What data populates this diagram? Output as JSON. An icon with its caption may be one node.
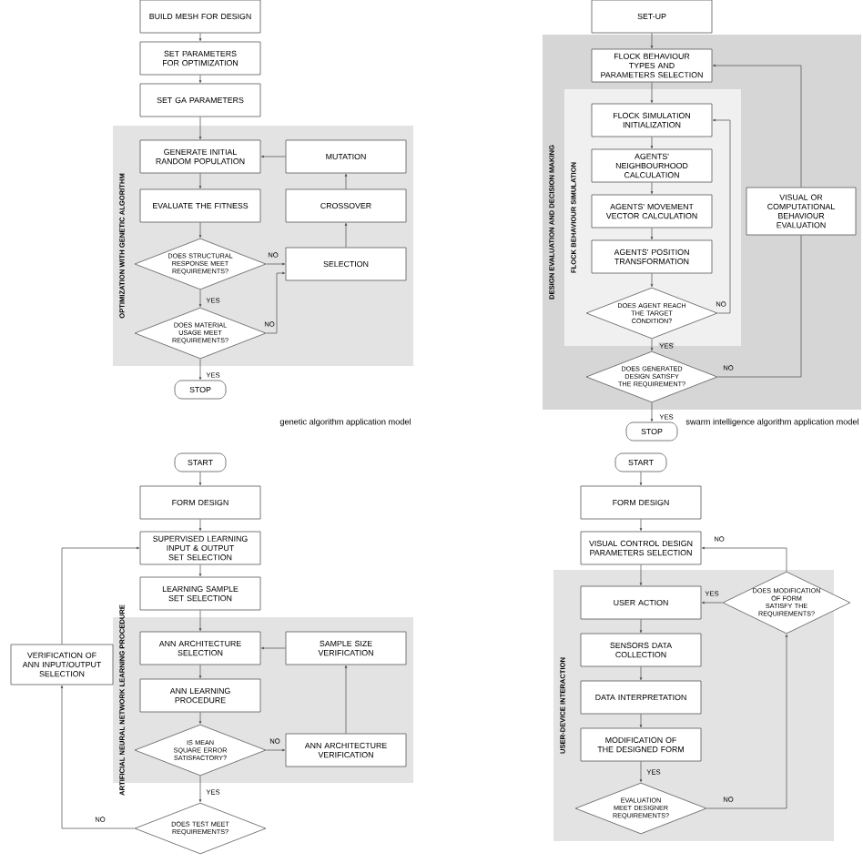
{
  "diagram": {
    "nodes": [
      {
        "text": [
          "BUILD MESH FOR DESIGN"
        ]
      },
      {
        "text": [
          "SET PARAMETERS FOR OPTIMIZATION"
        ]
      },
      {
        "text": [
          "SET GA PARAMETERS"
        ]
      },
      {
        "text": [
          "OPTIMIZATION WITH GENETIC ALGORITHM"
        ]
      },
      {
        "text": [
          "GENERATE INITIAL RANDOM POPULATION"
        ],
        "in": 3
      },
      {
        "text": [
          "EVALUATE THE FITNESS"
        ],
        "in": 3
      },
      {
        "text": [
          "DOES STRUCTURAL RESPONSE MEET REQUIREMENTS?"
        ],
        "in": 3
      },
      {
        "text": [
          "DOES MATERIAL USAGE MEET REQUIREMENTS?"
        ],
        "in": 3
      },
      {
        "text": [
          "MUTATION"
        ],
        "in": 3
      },
      {
        "text": [
          "CROSSOVER"
        ],
        "in": 3
      },
      {
        "text": [
          "SELECTION"
        ],
        "in": 3
      },
      {
        "text": [
          "STOP"
        ]
      },
      {
        "text": [
          "SET-UP"
        ]
      },
      {
        "text": [
          "DESIGN EVALUATION AND DECISION MAKING"
        ]
      },
      {
        "text": [
          "FLOCK BEHAVIOUR TYPES AND PARAMETERS SELECTION"
        ],
        "in": 13
      },
      {
        "text": [
          "FLOCK BEHAVIOUR SIMULATION"
        ],
        "in": 13
      },
      {
        "text": [
          "FLOCK SIMULATION INITIALIZATION"
        ],
        "in": 15
      },
      {
        "text": [
          "AGENTS' NEIGHBOURHOOD CALCULATION"
        ],
        "in": 15
      },
      {
        "text": [
          "AGENTS' MOVEMENT VECTOR CALCULATION"
        ],
        "in": 15
      },
      {
        "text": [
          "AGENTS' POSITION TRANSFORMATION"
        ],
        "in": 15
      },
      {
        "text": [
          "DOES AGENT REACH THE TARGET CONDITION?"
        ],
        "in": 15
      },
      {
        "text": [
          "DOES GENERATED DESIGN SATISFY THE REQUIREMENT?"
        ],
        "in": 13
      },
      {
        "text": [
          "VISUAL OR COMPUTATIONAL BEHAVIOUR EVALUATION"
        ],
        "in": 13
      },
      {
        "text": [
          "STOP"
        ]
      },
      {
        "text": [
          "START"
        ]
      },
      {
        "text": [
          "FORM DESIGN"
        ]
      },
      {
        "text": [
          "SUPERVISED LEARNING INPUT & OUTPUT SET SELECTION"
        ]
      },
      {
        "text": [
          "LEARNING SAMPLE SET SELECTION"
        ]
      },
      {
        "text": [
          "ARTIFICIAL NEURAL NETWORK LEARNING PROCEDURE"
        ]
      },
      {
        "text": [
          "ANN ARCHITECTURE SELECTION"
        ],
        "in": 28
      },
      {
        "text": [
          "ANN LEARNING PROCEDURE"
        ],
        "in": 28
      },
      {
        "text": [
          "IS MEAN SQUARE ERROR SATISFACTORY?"
        ],
        "in": 28
      },
      {
        "text": [
          "SAMPLE SIZE VERIFICATION"
        ],
        "in": 28
      },
      {
        "text": [
          "ANN ARCHITECTURE VERIFICATION"
        ],
        "in": 28
      },
      {
        "text": [
          "VERIFICATION OF ANN INPUT/OUTPUT SELECTION"
        ]
      },
      {
        "text": [
          "DOES TEST MEET REQUIREMENTS?"
        ]
      },
      {
        "text": [
          "START"
        ]
      },
      {
        "text": [
          "FORM DESIGN"
        ]
      },
      {
        "text": [
          "VISUAL CONTROL DESIGN PARAMETERS SELECTION"
        ]
      },
      {
        "text": [
          "DOES MODIFICATION OF FORM SATISFY THE REQUIREMENTS?"
        ]
      },
      {
        "text": [
          "USER-DEVICE INTERACTION"
        ]
      },
      {
        "text": [
          "USER ACTION"
        ],
        "in": 40
      },
      {
        "text": [
          "SENSORS DATA COLLECTION"
        ],
        "in": 40
      },
      {
        "text": [
          "DATA INTERPRETATION"
        ],
        "in": 40
      },
      {
        "text": [
          "MODIFICATION OF THE DESIGNED FORM"
        ],
        "in": 40
      },
      {
        "text": [
          "EVALUATION MEET DESIGNER REQUIREMENTS?"
        ],
        "in": 40
      }
    ],
    "edges": [
      {
        "from": 0,
        "to": 1,
        "arrow": "to"
      },
      {
        "from": 1,
        "to": 2,
        "arrow": "to"
      },
      {
        "from": 2,
        "to": 4,
        "arrow": "to"
      },
      {
        "from": 4,
        "to": 5,
        "arrow": "to"
      },
      {
        "from": 5,
        "to": 6,
        "arrow": "to"
      },
      {
        "from": 6,
        "to": 7,
        "arrow": "to",
        "label": "YES"
      },
      {
        "from": 7,
        "to": 11,
        "arrow": "to",
        "label": "YES"
      },
      {
        "from": 6,
        "to": 10,
        "arrow": "to",
        "label": "NO"
      },
      {
        "from": 7,
        "to": 10,
        "arrow": "to",
        "label": "NO"
      },
      {
        "from": 10,
        "to": 9,
        "arrow": "to"
      },
      {
        "from": 9,
        "to": 8,
        "arrow": "to"
      },
      {
        "from": 8,
        "to": 4,
        "arrow": "to"
      },
      {
        "from": 12,
        "to": 14,
        "arrow": "to"
      },
      {
        "from": 14,
        "to": 16,
        "arrow": "to"
      },
      {
        "from": 16,
        "to": 17,
        "arrow": "to"
      },
      {
        "from": 17,
        "to": 18,
        "arrow": "to"
      },
      {
        "from": 18,
        "to": 19,
        "arrow": "to"
      },
      {
        "from": 19,
        "to": 20,
        "arrow": "to"
      },
      {
        "from": 20,
        "to": 21,
        "arrow": "to",
        "label": "YES"
      },
      {
        "from": 20,
        "to": 16,
        "arrow": "to",
        "label": "NO"
      },
      {
        "from": 21,
        "to": 22,
        "arrow": "none",
        "label": "NO"
      },
      {
        "from": 22,
        "to": 14,
        "arrow": "to"
      },
      {
        "from": 21,
        "to": 23,
        "arrow": "to",
        "label": "YES"
      },
      {
        "from": 24,
        "to": 25,
        "arrow": "to"
      },
      {
        "from": 25,
        "to": 26,
        "arrow": "to"
      },
      {
        "from": 26,
        "to": 27,
        "arrow": "to"
      },
      {
        "from": 27,
        "to": 29,
        "arrow": "to"
      },
      {
        "from": 29,
        "to": 30,
        "arrow": "to"
      },
      {
        "from": 30,
        "to": 31,
        "arrow": "to"
      },
      {
        "from": 31,
        "to": 33,
        "arrow": "to",
        "label": "NO"
      },
      {
        "from": 33,
        "to": 32,
        "arrow": "to"
      },
      {
        "from": 32,
        "to": 29,
        "arrow": "to"
      },
      {
        "from": 31,
        "to": 35,
        "arrow": "to",
        "label": "YES"
      },
      {
        "from": 35,
        "to": 34,
        "arrow": "to",
        "label": "NO"
      },
      {
        "from": 34,
        "to": 26,
        "arrow": "to"
      },
      {
        "from": 36,
        "to": 37,
        "arrow": "to"
      },
      {
        "from": 37,
        "to": 38,
        "arrow": "to"
      },
      {
        "from": 38,
        "to": 41,
        "arrow": "to"
      },
      {
        "from": 41,
        "to": 42,
        "arrow": "to"
      },
      {
        "from": 42,
        "to": 43,
        "arrow": "to"
      },
      {
        "from": 43,
        "to": 44,
        "arrow": "to"
      },
      {
        "from": 44,
        "to": 45,
        "arrow": "to",
        "label": "YES"
      },
      {
        "from": 45,
        "to": 39,
        "arrow": "to",
        "label": "NO"
      },
      {
        "from": 39,
        "to": 41,
        "arrow": "to",
        "label": "YES"
      },
      {
        "from": 39,
        "to": 38,
        "arrow": "to",
        "label": "NO"
      }
    ],
    "labels": [
      "genetic algorithm application model",
      "swarm intelligence algorithm application model"
    ]
  }
}
